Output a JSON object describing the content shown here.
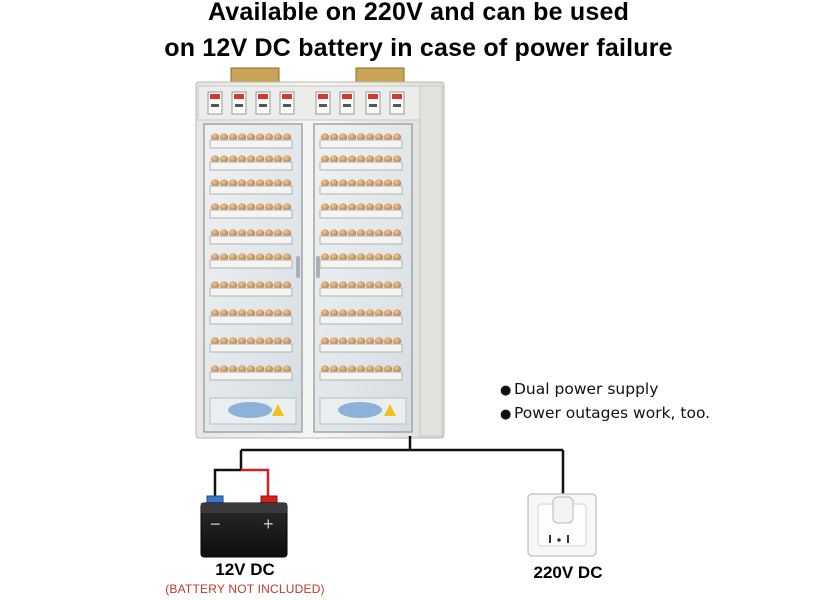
{
  "headline": {
    "line1": "Available on 220V and can be used",
    "line2": "on 12V DC battery in case of power failure"
  },
  "features": [
    "Dual power supply",
    "Power outages work, too."
  ],
  "battery": {
    "label": "12V DC",
    "note": "(BATTERY NOT INCLUDED)",
    "minus_symbol": "−",
    "plus_symbol": "+"
  },
  "socket": {
    "label": "220V DC"
  },
  "colors": {
    "cabinet": "#f2f2f0",
    "egg": "#c98f55",
    "wire": "#111111",
    "battery_red_wire": "#d42020",
    "battery_note": "#c0392b"
  }
}
